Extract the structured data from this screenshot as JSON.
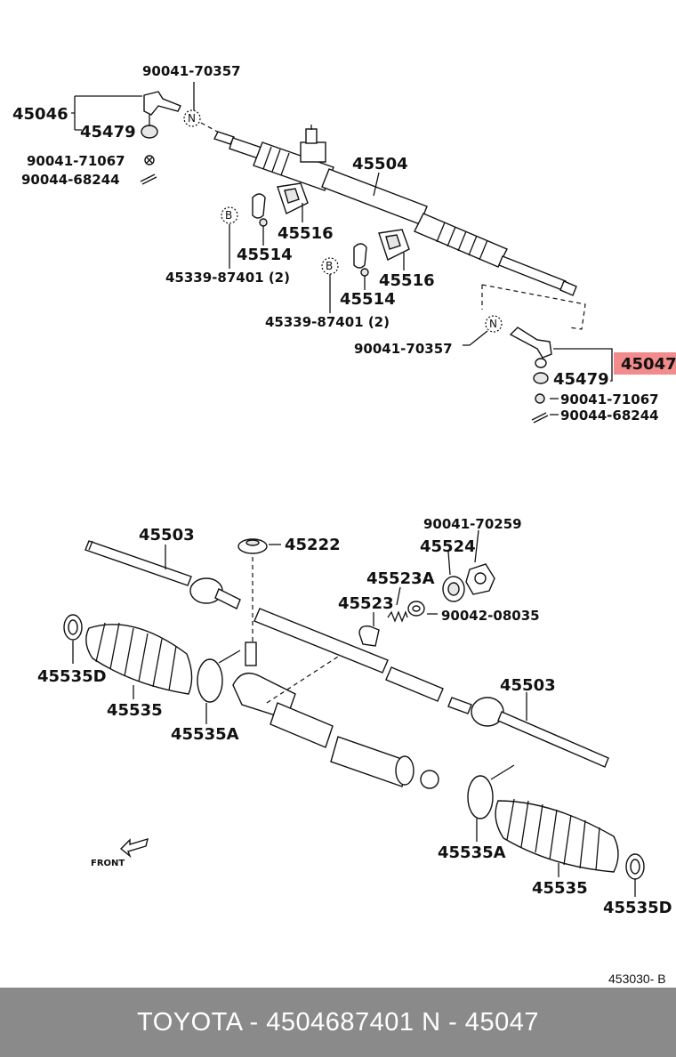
{
  "highlight_color": "#f28b8b",
  "footer": {
    "text": "TOYOTA - 4504687401     N - 45047",
    "background": "#8a8a8a"
  },
  "diagram_code": "453030- B",
  "front_label": "FRONT",
  "tags": {
    "n": "N",
    "b": "B"
  },
  "upper": {
    "l_90041_70357_a": "90041-70357",
    "l_45046": "45046",
    "l_45479_a": "45479",
    "l_90041_71067_a": "90041-71067",
    "l_90044_68244_a": "90044-68244",
    "l_45504": "45504",
    "l_45516_a": "45516",
    "l_45514_a": "45514",
    "l_45339_a": "45339-87401 (2)",
    "l_45516_b": "45516",
    "l_45514_b": "45514",
    "l_45339_b": "45339-87401 (2)",
    "l_90041_70357_b": "90041-70357",
    "l_45047": "45047",
    "l_45479_b": "45479",
    "l_90041_71067_b": "90041-71067",
    "l_90044_68244_b": "90044-68244"
  },
  "lower": {
    "l_45503_a": "45503",
    "l_45222": "45222",
    "l_90041_70259": "90041-70259",
    "l_45524": "45524",
    "l_45523a": "45523A",
    "l_45523": "45523",
    "l_90042_08035": "90042-08035",
    "l_45535d_a": "45535D",
    "l_45535_a": "45535",
    "l_45535a_a": "45535A",
    "l_45503_b": "45503",
    "l_45535a_b": "45535A",
    "l_45535_b": "45535",
    "l_45535d_b": "45535D"
  }
}
